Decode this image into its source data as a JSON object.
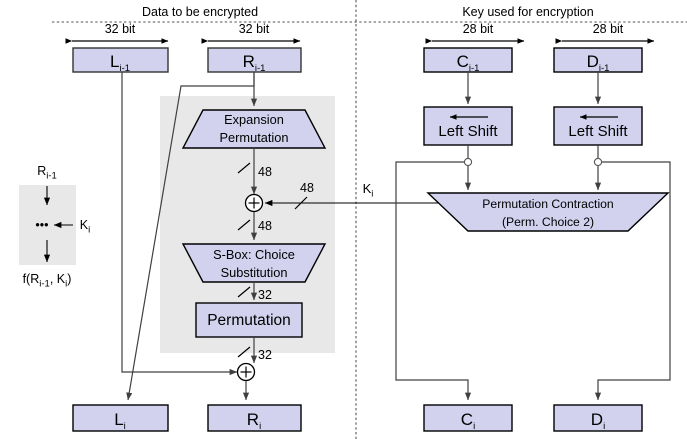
{
  "headers": {
    "left": "Data to be encrypted",
    "right": "Key used for encryption"
  },
  "bitwidths": {
    "left_data": "32 bit",
    "right_data": "32 bit",
    "left_key": "28 bit",
    "right_key": "28 bit"
  },
  "inputs": {
    "l_prev": {
      "base": "L",
      "sub": "i-1"
    },
    "r_prev": {
      "base": "R",
      "sub": "i-1"
    },
    "c_prev": {
      "base": "C",
      "sub": "i-1"
    },
    "d_prev": {
      "base": "D",
      "sub": "i-1"
    }
  },
  "outputs": {
    "l_next": {
      "base": "L",
      "sub": "i"
    },
    "r_next": {
      "base": "R",
      "sub": "i"
    },
    "c_next": {
      "base": "C",
      "sub": "i"
    },
    "d_next": {
      "base": "D",
      "sub": "i"
    }
  },
  "blocks": {
    "expansion": {
      "line1": "Expansion",
      "line2": "Permutation"
    },
    "sbox": {
      "line1": "S-Box: Choice",
      "line2": "Substitution"
    },
    "permutation": {
      "label": "Permutation"
    },
    "left_shift_1": {
      "label": "Left Shift"
    },
    "left_shift_2": {
      "label": "Left Shift"
    },
    "perm_contraction": {
      "line1": "Permutation Contraction",
      "line2": "(Perm. Choice 2)"
    }
  },
  "widths": {
    "expansion_out": "48",
    "key_in": "48",
    "xor_out": "48",
    "sbox_out": "32",
    "perm_out": "32"
  },
  "key_label": {
    "base": "K",
    "sub": "i"
  },
  "legend": {
    "input": {
      "base": "R",
      "sub": "i-1"
    },
    "key": {
      "base": "K",
      "sub": "i"
    },
    "dots": "•••",
    "output_prefix": "f(R",
    "output_sub1": "i-1",
    "output_mid": ", K",
    "output_sub2": "i",
    "output_suffix": ")"
  },
  "colors": {
    "block_fill": "#d2d2ee",
    "shade_fill": "#e8e8e8",
    "line": "#404040",
    "border": "#000000"
  }
}
